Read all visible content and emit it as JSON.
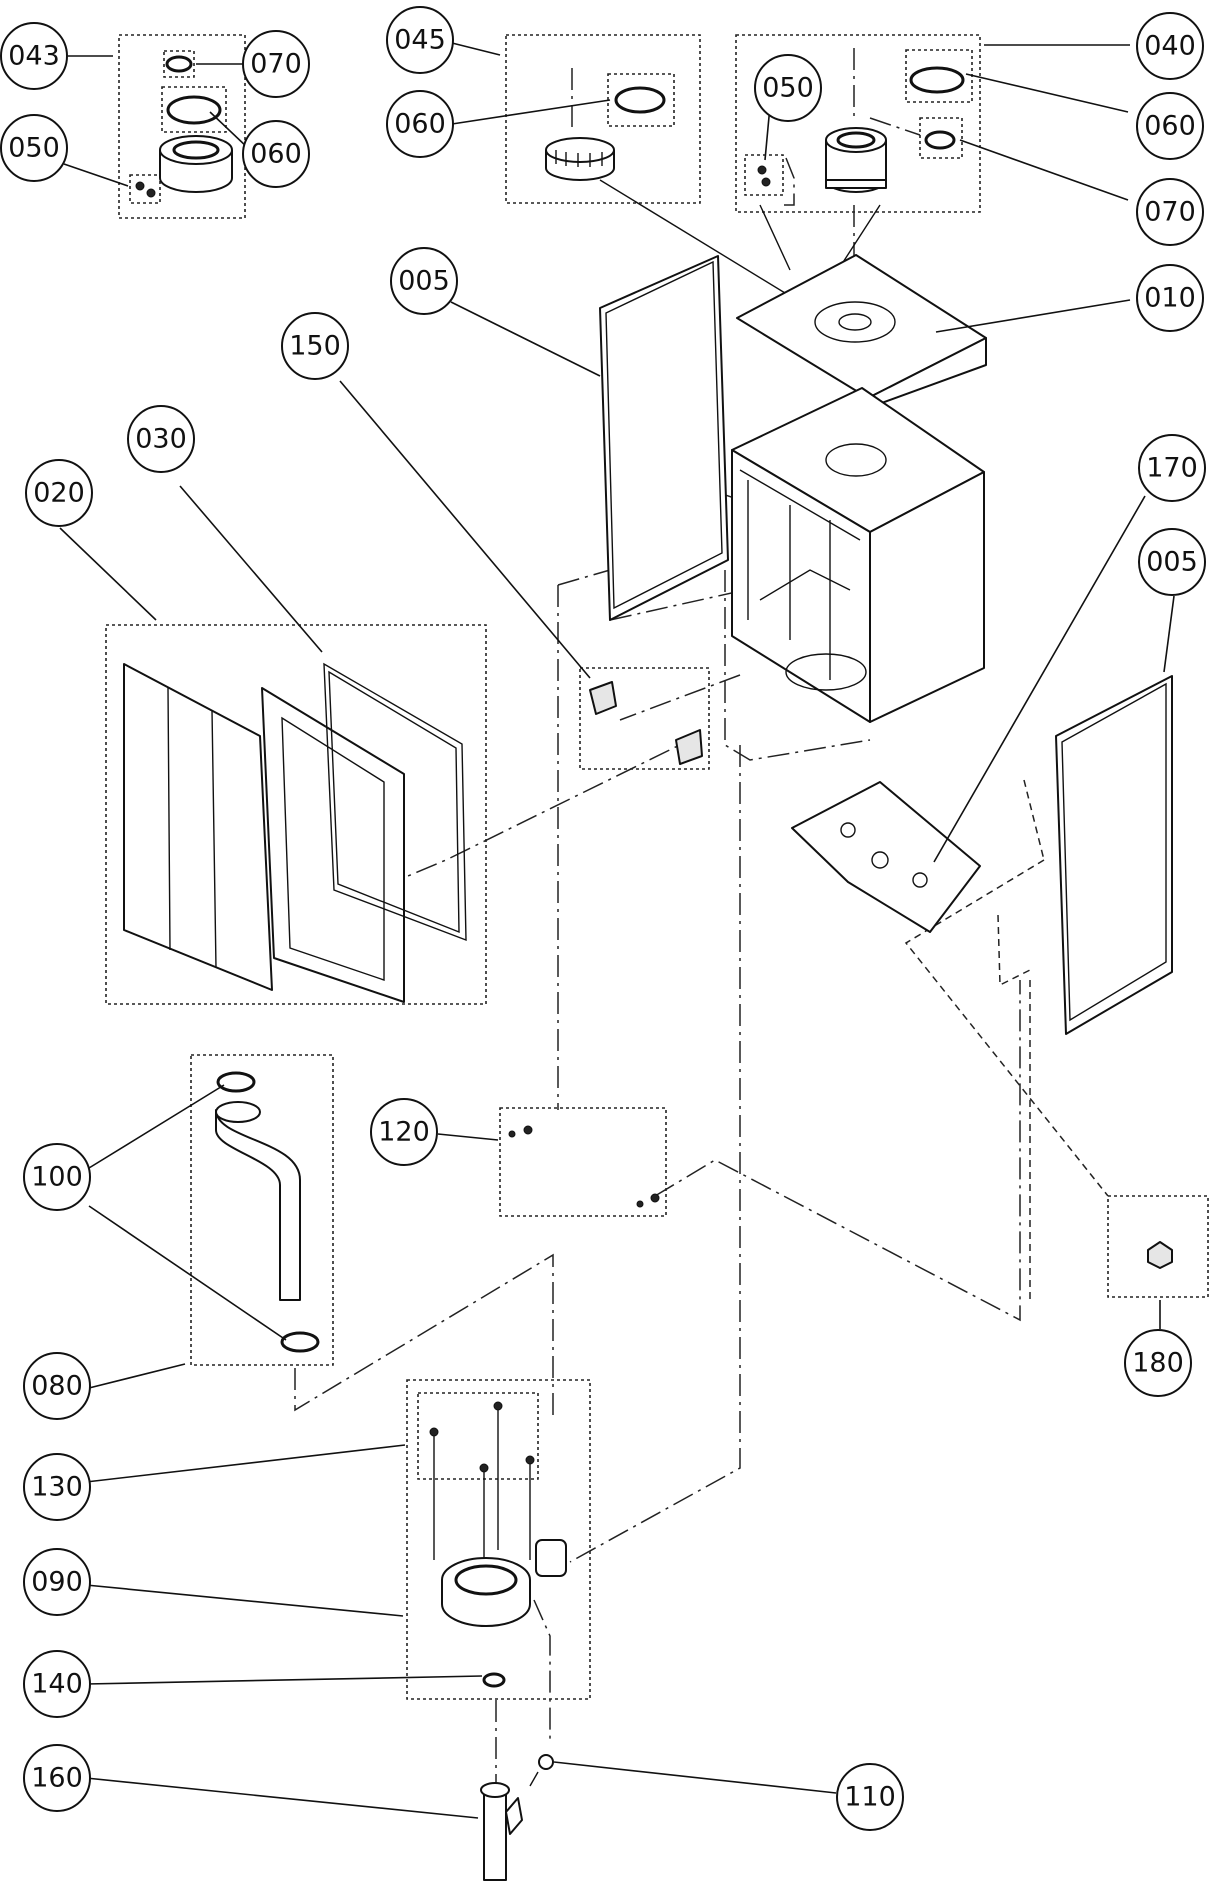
{
  "callouts": [
    {
      "id": "c043a",
      "label": "043"
    },
    {
      "id": "c070a",
      "label": "070"
    },
    {
      "id": "c060a",
      "label": "060"
    },
    {
      "id": "c050a",
      "label": "050"
    },
    {
      "id": "c045",
      "label": "045"
    },
    {
      "id": "c060b",
      "label": "060"
    },
    {
      "id": "c050b",
      "label": "050"
    },
    {
      "id": "c040",
      "label": "040"
    },
    {
      "id": "c060c",
      "label": "060"
    },
    {
      "id": "c070b",
      "label": "070"
    },
    {
      "id": "c005a",
      "label": "005"
    },
    {
      "id": "c010",
      "label": "010"
    },
    {
      "id": "c150",
      "label": "150"
    },
    {
      "id": "c030",
      "label": "030"
    },
    {
      "id": "c020",
      "label": "020"
    },
    {
      "id": "c170",
      "label": "170"
    },
    {
      "id": "c005b",
      "label": "005"
    },
    {
      "id": "c120",
      "label": "120"
    },
    {
      "id": "c100",
      "label": "100"
    },
    {
      "id": "c080",
      "label": "080"
    },
    {
      "id": "c180",
      "label": "180"
    },
    {
      "id": "c130",
      "label": "130"
    },
    {
      "id": "c090",
      "label": "090"
    },
    {
      "id": "c140",
      "label": "140"
    },
    {
      "id": "c160",
      "label": "160"
    },
    {
      "id": "c110",
      "label": "110"
    }
  ]
}
